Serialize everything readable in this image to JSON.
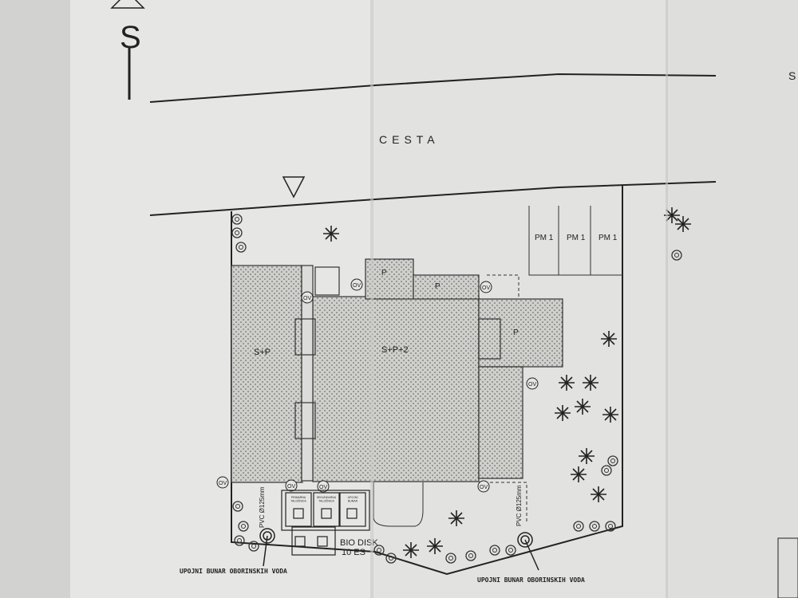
{
  "plan": {
    "north_label": "S",
    "edge_label": "S",
    "road_label": "CESTA",
    "parking": [
      "PM 1",
      "PM 1",
      "PM 1"
    ],
    "building_left": "S+P",
    "building_main": "S+P+2",
    "porch_labels": [
      "P",
      "P",
      "P"
    ],
    "inspection_label": "OV",
    "pipe_label": "PVC Ø125mm",
    "tanks": [
      "PRIMARNA TALOŽNICA",
      "SEKUNDARNA TALOŽNICA",
      "UPOJNI BUNAR"
    ],
    "bio_disk": "BIO DISK",
    "bio_disk_capacity": "10 ES",
    "well_label": "UPOJNI BUNAR OBORINSKIH VODA"
  }
}
